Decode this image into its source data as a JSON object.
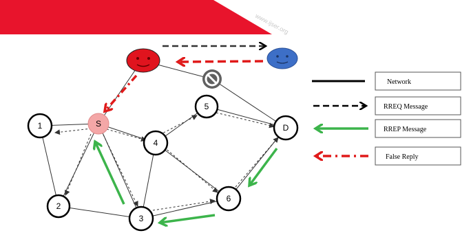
{
  "watermark": "www.ijser.org",
  "nodes": [
    {
      "id": "1",
      "label": "1"
    },
    {
      "id": "2",
      "label": "2"
    },
    {
      "id": "S",
      "label": "S"
    },
    {
      "id": "3",
      "label": "3"
    },
    {
      "id": "4",
      "label": "4"
    },
    {
      "id": "5",
      "label": "5"
    },
    {
      "id": "6",
      "label": "6"
    },
    {
      "id": "D",
      "label": "D"
    }
  ],
  "legend": {
    "network": "Network",
    "rreq": "RREQ Message",
    "rrep": "RREP Message",
    "false_reply": "False Reply"
  },
  "colors": {
    "banner": "#e8142c",
    "attacker": "#e0141e",
    "peer": "#3d6fc7",
    "source": "#f4a7a7",
    "rrep": "#3cb44b",
    "false_reply": "#e01a1a",
    "blocked": "#606060"
  },
  "icons": {
    "attacker": "malicious-node-icon",
    "peer": "cooperating-node-icon",
    "blocked": "blocked-node-icon"
  }
}
